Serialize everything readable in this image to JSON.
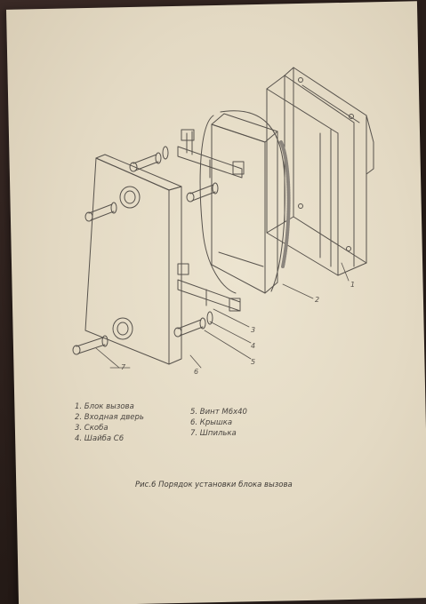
{
  "legend_left": [
    "1. Блок вызова",
    "2. Входная дверь",
    "3. Скоба",
    "4. Шайба С6"
  ],
  "legend_right": [
    "5. Винт М6х40",
    "6. Крышка",
    "7. Шпилька"
  ],
  "caption": "Рис.6 Порядок установки блока вызова",
  "callouts": {
    "c1": "1",
    "c2": "2",
    "c3": "3",
    "c4": "4",
    "c5": "5",
    "c6": "6",
    "c7": "7"
  }
}
